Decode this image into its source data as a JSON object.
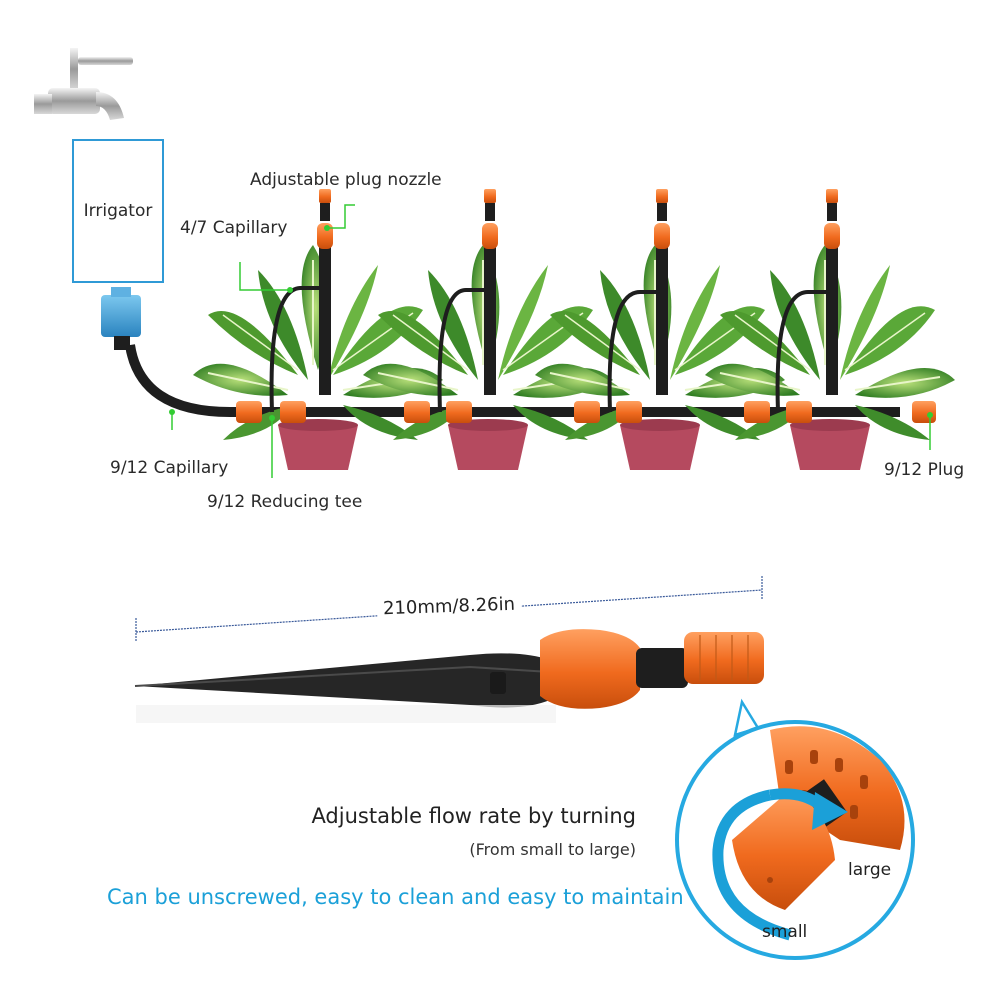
{
  "labels": {
    "irrigator": "Irrigator",
    "capillary_47": "4/7 Capillary",
    "nozzle": "Adjustable plug nozzle",
    "capillary_912": "9/12 Capillary",
    "reducing_tee": "9/12 Reducing tee",
    "plug_912": "9/12 Plug"
  },
  "dimension": "210mm/8.26in",
  "flow": {
    "title": "Adjustable flow rate by turning",
    "subtitle": "(From small to large)",
    "note": "Can be unscrewed, easy to clean and easy to maintain"
  },
  "zoom": {
    "large": "large",
    "small": "small"
  },
  "colors": {
    "accent_blue": "#1ba0d8",
    "nozzle_orange": "#f07a2a",
    "pipe_black": "#1e1e1e",
    "leader_green": "#33cc33"
  },
  "icons": [
    "faucet-icon",
    "connector-icon",
    "plant-icon",
    "nozzle-icon",
    "stake-icon",
    "rotation-arrow-icon"
  ]
}
